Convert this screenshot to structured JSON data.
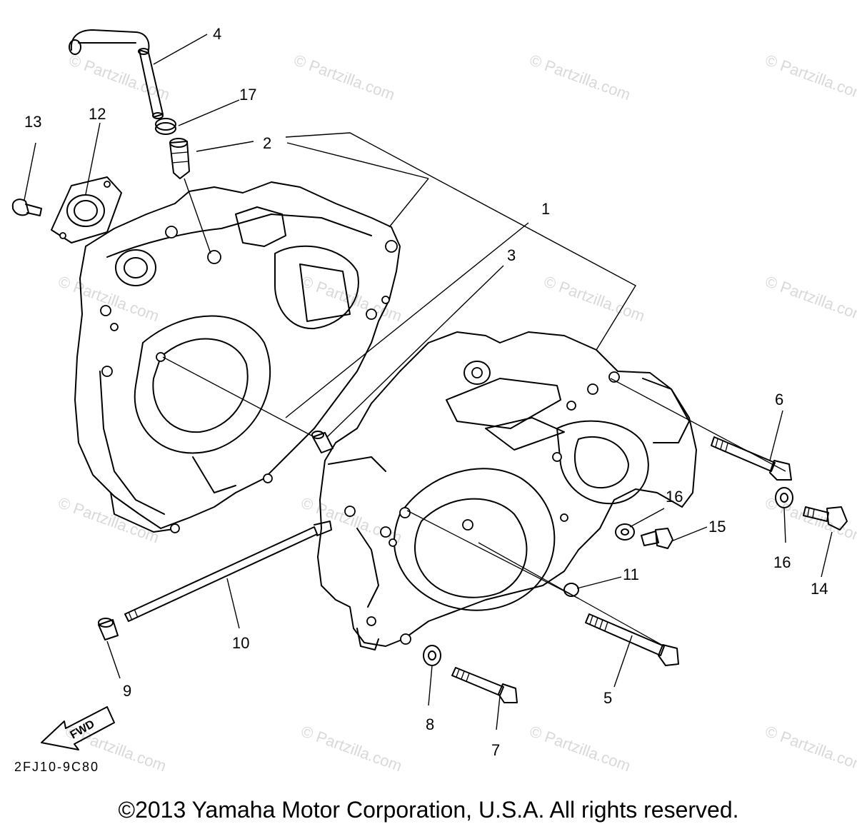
{
  "watermark_text": "© Partzilla.com",
  "reference_code": "2FJ10-9C80",
  "fwd_label": "FWD",
  "copyright": "©2013 Yamaha Motor Corporation, U.S.A. All rights reserved.",
  "part_labels": {
    "p1": "1",
    "p2": "2",
    "p3": "3",
    "p4": "4",
    "p5": "5",
    "p6": "6",
    "p7": "7",
    "p8": "8",
    "p9": "9",
    "p10": "10",
    "p11": "11",
    "p12": "12",
    "p13": "13",
    "p14": "14",
    "p15": "15",
    "p16a": "16",
    "p16b": "16",
    "p17": "17"
  }
}
